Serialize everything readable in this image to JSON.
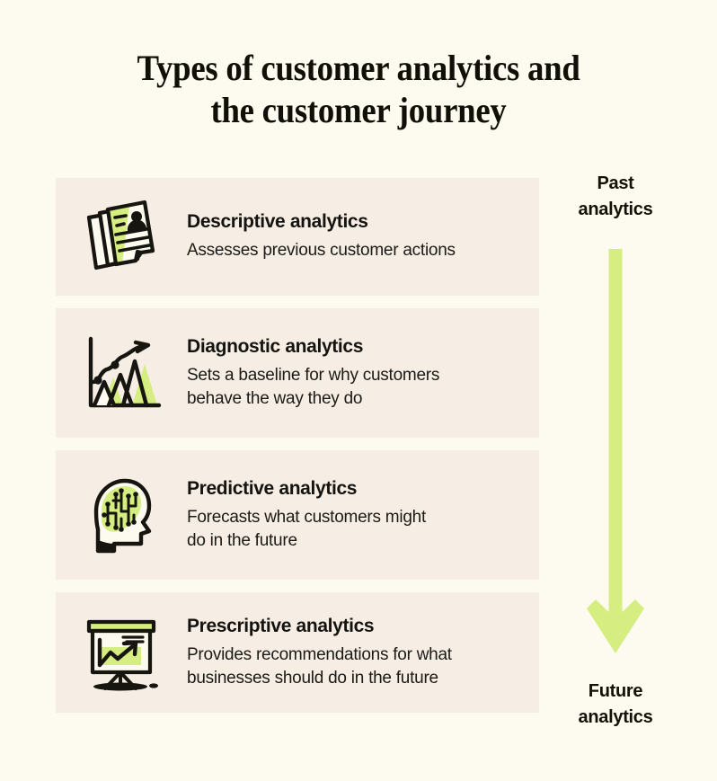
{
  "page": {
    "title_line1": "Types of customer analytics and",
    "title_line2": "the customer journey",
    "background_color": "#fdfaef",
    "card_color": "#f6eee4",
    "accent_green": "#d6ed81",
    "ink_color": "#141310"
  },
  "cards": [
    {
      "icon": "documents-person-icon",
      "heading": "Descriptive analytics",
      "body_line1": "Assesses previous customer actions",
      "body_line2": ""
    },
    {
      "icon": "mountain-chart-trend-icon",
      "heading": "Diagnostic analytics",
      "body_line1": "Sets a baseline for why customers",
      "body_line2": "behave the way they do"
    },
    {
      "icon": "head-brain-circuit-icon",
      "heading": "Predictive analytics",
      "body_line1": "Forecasts what customers might",
      "body_line2": "do in the future"
    },
    {
      "icon": "presentation-board-chart-icon",
      "heading": "Prescriptive analytics",
      "body_line1": "Provides recommendations for what",
      "body_line2": "businesses should do in the future"
    }
  ],
  "timeline": {
    "top_label_line1": "Past",
    "top_label_line2": "analytics",
    "bottom_label_line1": "Future",
    "bottom_label_line2": "analytics",
    "arrow_direction": "down",
    "arrow_color": "#d6ed81"
  }
}
